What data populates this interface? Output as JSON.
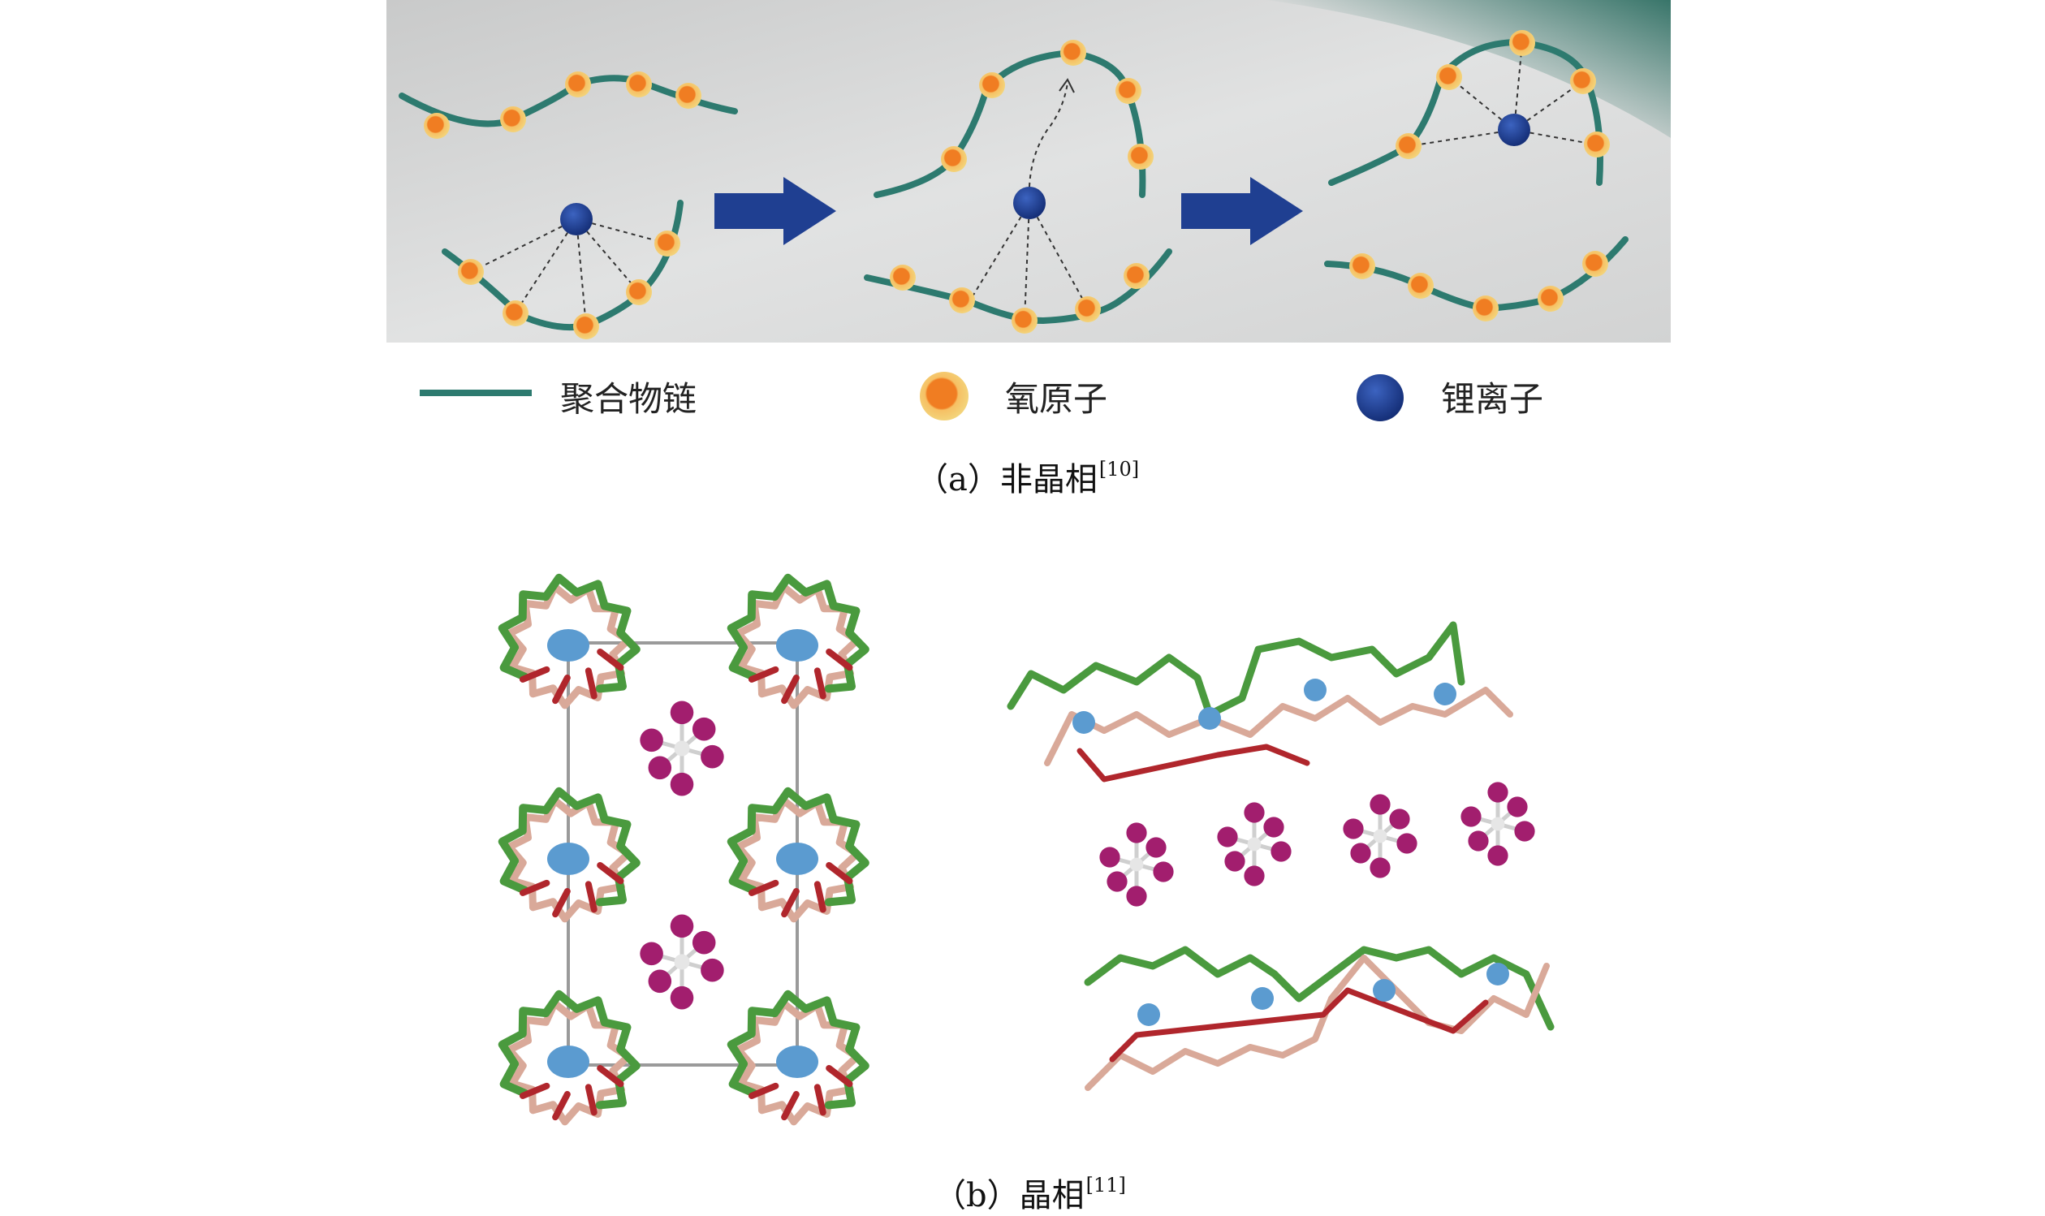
{
  "panel_a": {
    "legend": {
      "chain_label": "聚合物链",
      "oxygen_label": "氧原子",
      "lithium_label": "锂离子"
    },
    "caption": {
      "label": "（a）非晶相",
      "ref": "[10]"
    },
    "colors": {
      "chain": "#2d7a6f",
      "oxygen_outer": "#f3d37a",
      "oxygen_inner": "#f07d22",
      "lithium": "#1d3f8f",
      "arrow": "#1f3f91",
      "panel_bg": "#d7d8d9"
    }
  },
  "panel_b": {
    "caption": {
      "label": "（b）晶相",
      "ref": "[11]"
    },
    "colors": {
      "green_chain": "#4a9a3e",
      "pink_chain": "#d9a999",
      "oxygen_red": "#b0262c",
      "lithium_blue": "#5b9bd0",
      "anion_purple": "#a21e6e",
      "anion_center": "#e6e6e6"
    }
  }
}
